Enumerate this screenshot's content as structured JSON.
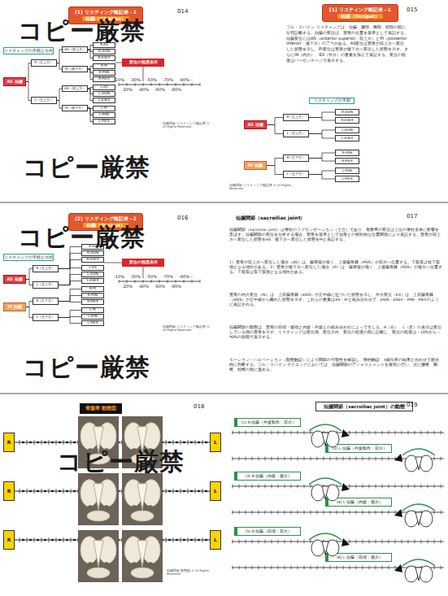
{
  "diagram": {
    "nodes": [
      {
        "text": [
          "(1) リスティング略記表－1",
          "仙腸（CT Atlas）"
        ]
      },
      {
        "text": [
          "リスティングの手順と方向"
        ]
      },
      {
        "text": [
          "AS 仙腸"
        ]
      },
      {
        "text": [
          "R（右上方）"
        ]
      },
      {
        "text": [
          "L（左上方）"
        ]
      },
      {
        "text": [
          "AS（前上方）"
        ]
      },
      {
        "text": [
          "PI（後下方）"
        ]
      },
      {
        "text": [
          "AS（前上方）"
        ]
      },
      {
        "text": [
          "PI（後下方）"
        ]
      },
      {
        "text": [
          "R-AS"
        ]
      },
      {
        "text": [
          "R-ASIN"
        ]
      },
      {
        "text": [
          "R-ASEX"
        ]
      },
      {
        "text": [
          "R-PI"
        ]
      },
      {
        "text": [
          "R-PIIN"
        ]
      },
      {
        "text": [
          "R-PIEX"
        ]
      },
      {
        "text": [
          "L-AS"
        ]
      },
      {
        "text": [
          "L-ASIN"
        ]
      },
      {
        "text": [
          "L-ASEX"
        ]
      },
      {
        "text": [
          "L-PI"
        ]
      },
      {
        "text": [
          "L-PIIN"
        ]
      },
      {
        "text": [
          "L-PIEX"
        ]
      },
      {
        "text": [
          "変位の程度表示"
        ]
      },
      {
        "text": [
          "[1] リスティング略記表－1",
          "仙腸（Occiput）"
        ]
      },
      {
        "text": [
          "リスティングの手順"
        ]
      },
      {
        "text": [
          "AS 仙腸"
        ]
      },
      {
        "text": [
          "PI 仙腸"
        ]
      },
      {
        "text": [
          "R（右上方）"
        ]
      },
      {
        "text": [
          "L（左上方）"
        ]
      },
      {
        "text": [
          "R-ASIN"
        ]
      },
      {
        "text": [
          "R-ASEX"
        ]
      },
      {
        "text": [
          "L-ASIN"
        ]
      },
      {
        "text": [
          "L-ASEX"
        ]
      },
      {
        "text": [
          "R（右下方）"
        ]
      },
      {
        "text": [
          "L（左下方）"
        ]
      },
      {
        "text": [
          "R-PIIN"
        ]
      },
      {
        "text": [
          "R-PIEX"
        ]
      },
      {
        "text": [
          "L-PIIN"
        ]
      },
      {
        "text": [
          "L-PIEX"
        ]
      },
      {
        "text": [
          "(2) リスティング略記表－2",
          "仙腸（Occiput）"
        ]
      },
      {
        "text": [
          "リスティングの手順と方向"
        ]
      },
      {
        "text": [
          "AS 仙腸"
        ]
      },
      {
        "text": [
          "PI 仙腸"
        ]
      },
      {
        "text": [
          "R（右上方）"
        ]
      },
      {
        "text": [
          "L（左上方）"
        ]
      },
      {
        "text": [
          "R（右下方）"
        ]
      },
      {
        "text": [
          "L（左下方）"
        ]
      },
      {
        "text": [
          "R-AS"
        ]
      },
      {
        "text": [
          "R-ASIN"
        ]
      },
      {
        "text": [
          "R-ASEX"
        ]
      },
      {
        "text": [
          "L-AS"
        ]
      },
      {
        "text": [
          "L-ASIN"
        ]
      },
      {
        "text": [
          "L-ASEX"
        ]
      },
      {
        "text": [
          "R-PI"
        ]
      },
      {
        "text": [
          "R-PIIN"
        ]
      },
      {
        "text": [
          "R-PIEX"
        ]
      },
      {
        "text": [
          "L-PI"
        ]
      },
      {
        "text": [
          "L-PIIN"
        ]
      },
      {
        "text": [
          "L-PIEX"
        ]
      },
      {
        "text": [
          "変位の程度表示"
        ]
      },
      {
        "text": [
          "骨盤帯 動態図"
        ]
      },
      {
        "text": [
          "R"
        ]
      },
      {
        "text": [
          "R"
        ]
      },
      {
        "text": [
          "R"
        ]
      },
      {
        "text": [
          "L"
        ]
      },
      {
        "text": [
          "L"
        ]
      },
      {
        "text": [
          "L"
        ]
      },
      {
        "text": [
          "仙腸関節（sacroiliac joint）の動態"
        ]
      },
      {
        "text": [
          "(1) R 仙腸（外旋動作：前方）"
        ]
      },
      {
        "text": [
          "(2) L 仙腸（外旋動作：前方）"
        ]
      },
      {
        "text": [
          "(3) R 仙腸（内旋：後方）"
        ]
      },
      {
        "text": [
          "(4) L 仙腸（内旋：後方）"
        ]
      },
      {
        "text": [
          "(5) R 仙腸（前傾：前方）"
        ]
      },
      {
        "text": [
          "(6) L 仙腸（前傾：後方）"
        ]
      }
    ],
    "edges": [
      {
        "from": 2,
        "to": 3,
        "arrow": "none"
      },
      {
        "from": 2,
        "to": 4,
        "arrow": "none"
      },
      {
        "from": 3,
        "to": 5,
        "arrow": "none"
      },
      {
        "from": 3,
        "to": 6,
        "arrow": "none"
      },
      {
        "from": 4,
        "to": 7,
        "arrow": "none"
      },
      {
        "from": 4,
        "to": 8,
        "arrow": "none"
      },
      {
        "from": 5,
        "to": 9,
        "arrow": "none"
      },
      {
        "from": 5,
        "to": 10,
        "arrow": "none"
      },
      {
        "from": 5,
        "to": 11,
        "arrow": "none"
      },
      {
        "from": 6,
        "to": 12,
        "arrow": "none"
      },
      {
        "from": 6,
        "to": 13,
        "arrow": "none"
      },
      {
        "from": 6,
        "to": 14,
        "arrow": "none"
      },
      {
        "from": 7,
        "to": 15,
        "arrow": "none"
      },
      {
        "from": 7,
        "to": 16,
        "arrow": "none"
      },
      {
        "from": 7,
        "to": 17,
        "arrow": "none"
      },
      {
        "from": 8,
        "to": 18,
        "arrow": "none"
      },
      {
        "from": 8,
        "to": 19,
        "arrow": "none"
      },
      {
        "from": 8,
        "to": 20,
        "arrow": "none"
      },
      {
        "from": 24,
        "to": 26,
        "arrow": "none"
      },
      {
        "from": 24,
        "to": 27,
        "arrow": "none"
      },
      {
        "from": 26,
        "to": 28,
        "arrow": "none"
      },
      {
        "from": 26,
        "to": 29,
        "arrow": "none"
      },
      {
        "from": 27,
        "to": 30,
        "arrow": "none"
      },
      {
        "from": 27,
        "to": 31,
        "arrow": "none"
      },
      {
        "from": 25,
        "to": 32,
        "arrow": "none"
      },
      {
        "from": 25,
        "to": 33,
        "arrow": "none"
      },
      {
        "from": 32,
        "to": 34,
        "arrow": "none"
      },
      {
        "from": 32,
        "to": 35,
        "arrow": "none"
      },
      {
        "from": 33,
        "to": 36,
        "arrow": "none"
      },
      {
        "from": 33,
        "to": 37,
        "arrow": "none"
      },
      {
        "from": 40,
        "to": 42,
        "arrow": "none"
      },
      {
        "from": 40,
        "to": 43,
        "arrow": "none"
      },
      {
        "from": 41,
        "to": 44,
        "arrow": "none"
      },
      {
        "from": 41,
        "to": 45,
        "arrow": "none"
      },
      {
        "from": 42,
        "to": 46,
        "arrow": "none"
      },
      {
        "from": 42,
        "to": 47,
        "arrow": "none"
      },
      {
        "from": 42,
        "to": 48,
        "arrow": "none"
      },
      {
        "from": 43,
        "to": 49,
        "arrow": "none"
      },
      {
        "from": 43,
        "to": 50,
        "arrow": "none"
      },
      {
        "from": 43,
        "to": 51,
        "arrow": "none"
      },
      {
        "from": 44,
        "to": 52,
        "arrow": "none"
      },
      {
        "from": 44,
        "to": 53,
        "arrow": "none"
      },
      {
        "from": 44,
        "to": 54,
        "arrow": "none"
      },
      {
        "from": 45,
        "to": 55,
        "arrow": "none"
      },
      {
        "from": 45,
        "to": 56,
        "arrow": "none"
      },
      {
        "from": 45,
        "to": 57,
        "arrow": "none"
      },
      {
        "from": 60,
        "to": 63,
        "arrow": "none"
      },
      {
        "from": 61,
        "to": 64,
        "arrow": "none"
      },
      {
        "from": 62,
        "to": 65,
        "arrow": "none"
      }
    ],
    "labels": [
      "014",
      "コピー厳禁",
      "コピー厳禁",
      "-10%",
      "-30%",
      "-50%",
      "-70%",
      "-90%～",
      "-20%",
      "-40%",
      "-60%",
      "-80%",
      "仙腸関節 リスティング略記表 © All Rights Reserved.",
      "015",
      "フル・スパイン リスティングは、仙腸、腰部、胸部、頸部の順に分類記載する。仙腸の変位は、寛骨の位置を基準として表記する。仙腸変位にはAS（anterior superior：前上方）とPI（posterior inferior：後下方）の二つがある。AS変位は寛骨が前上方へ変位した状態を示し、PI変位は寛骨が後下方へ変位した状態を示す。さらにIN（内方）、EX（外方）の要素を加えて表記する。変位の程度はパーセンテージで表示する。",
      "仙腸関節 リスティング略記表 © All Rights Reserved.",
      "016",
      "コピー厳禁",
      "コピー厳禁",
      "-10%",
      "-30%",
      "-50%",
      "-70%",
      "-90%～",
      "-20%",
      "-40%",
      "-60%",
      "-80%",
      "仙腸関節 リスティング略記表 © All Rights Reserved.",
      "017",
      "仙腸関節（sacroiliac joint）",
      "仙腸関節（sacroiliac joint）は脊柱のファウンデーション（土台）であり、骨盤帯の変位は上位の脊柱全体に影響を及ぼす。仙腸関節の変位を分析する場合、寛骨を基準として仙骨との相対的な位置関係により表記する。寛骨が前上方へ変位した状態をAS、後下方へ変位した状態をPIと表記する。",
      "1）寛骨が前上方へ変位した場合（AS）は、腸骨稜が高く、上後腸骨棘（PSIS）が前方へ位置する。下肢長は短下肢側となる傾向がある。2）寛骨が後下方へ変位した場合（PI）は、腸骨稜が低く、上後腸骨棘（PSIS）が後方へ位置する。下肢長は長下肢側となる傾向がある。",
      "寛骨の内方変位（IN）は、上前腸骨棘（ASIS）が正中線に近づいた状態を示し、外方変位（EX）は、上前腸骨棘（ASIS）が正中線から離れた状態を示す。これらの要素はAS・PIと組み合わせて、ASIN・ASEX・PIIN・PIEXのように表記される。",
      "仙腸関節の動態は、寛骨の前傾・後傾と内旋・外旋との組み合わせによって生じる。R（右）、L（左）の表示は変位している側の寛骨を示す。リスティングは変位側、変位方向、変位の程度の順に記載し、変位の程度は－10%から－90%の段階で表示する。",
      "モーション・パルペーション（動態触診）により関節の可動性を確認し、静的触診、X線分析の結果と合わせて総合的に判断する。フル・スパイン テクニックにおいては、仙腸関節のアジャストメントを最初に行い、次に腰椎、胸椎、頸椎の順に進める。",
      "018",
      "コピー厳禁",
      "仙腸関節 動態図 © All Rights Reserved.",
      "019"
    ]
  }
}
